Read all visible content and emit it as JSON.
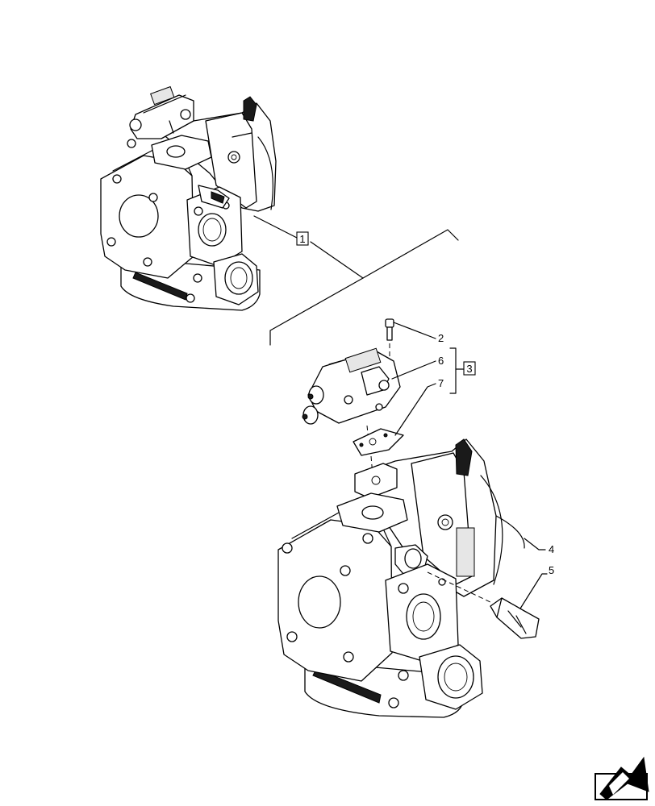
{
  "callouts": {
    "c1": "1",
    "c2": "2",
    "c3": "3",
    "c4": "4",
    "c5": "5",
    "c6": "6",
    "c7": "7"
  },
  "nav": {
    "icon": "arrow-box-icon"
  }
}
